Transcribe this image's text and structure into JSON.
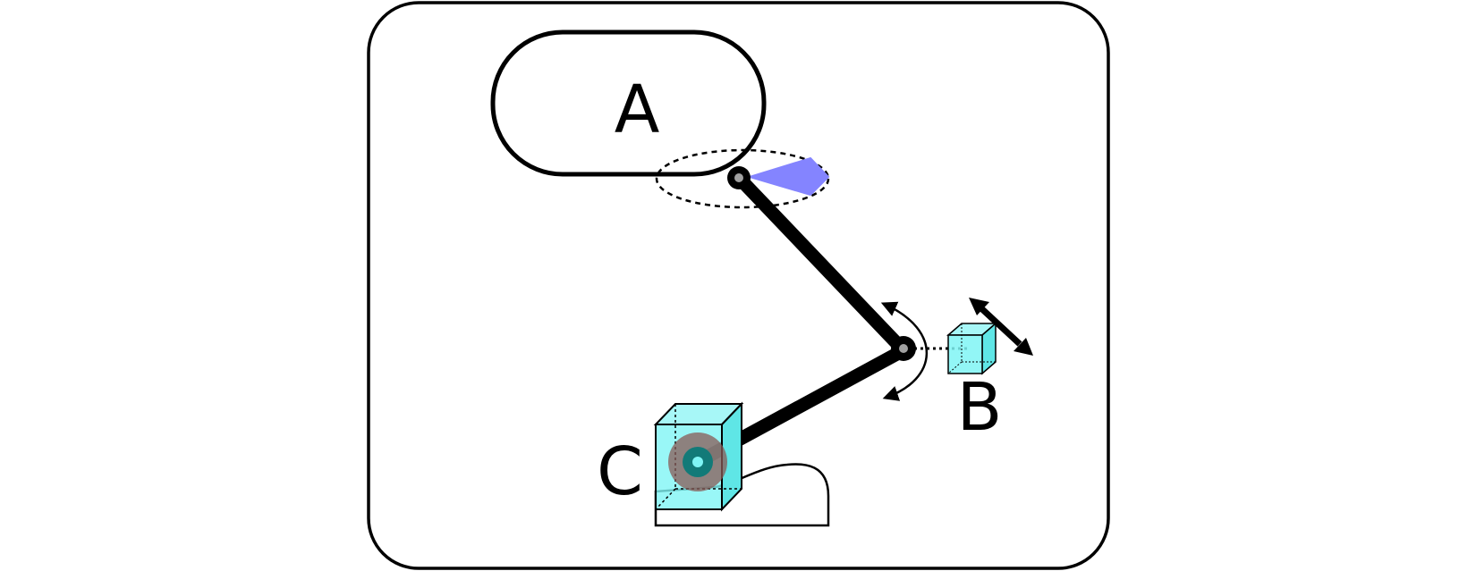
{
  "labels": {
    "a": "A",
    "b": "B",
    "c": "C"
  },
  "colors": {
    "stroke": "#000000",
    "background": "#ffffff",
    "cube_fill": "#7ff5f5",
    "cube_face": "#5fe6e6",
    "cone_fill": "#8484ff",
    "joint_brown": "#8a5a55",
    "joint_teal": "#127a78",
    "pivot_grey": "#a0a0a0"
  },
  "icons": {
    "upper_link": "rigid-link",
    "lower_link": "rigid-link",
    "rotation": "curved-double-arrow-icon",
    "translation": "straight-double-arrow-icon"
  }
}
